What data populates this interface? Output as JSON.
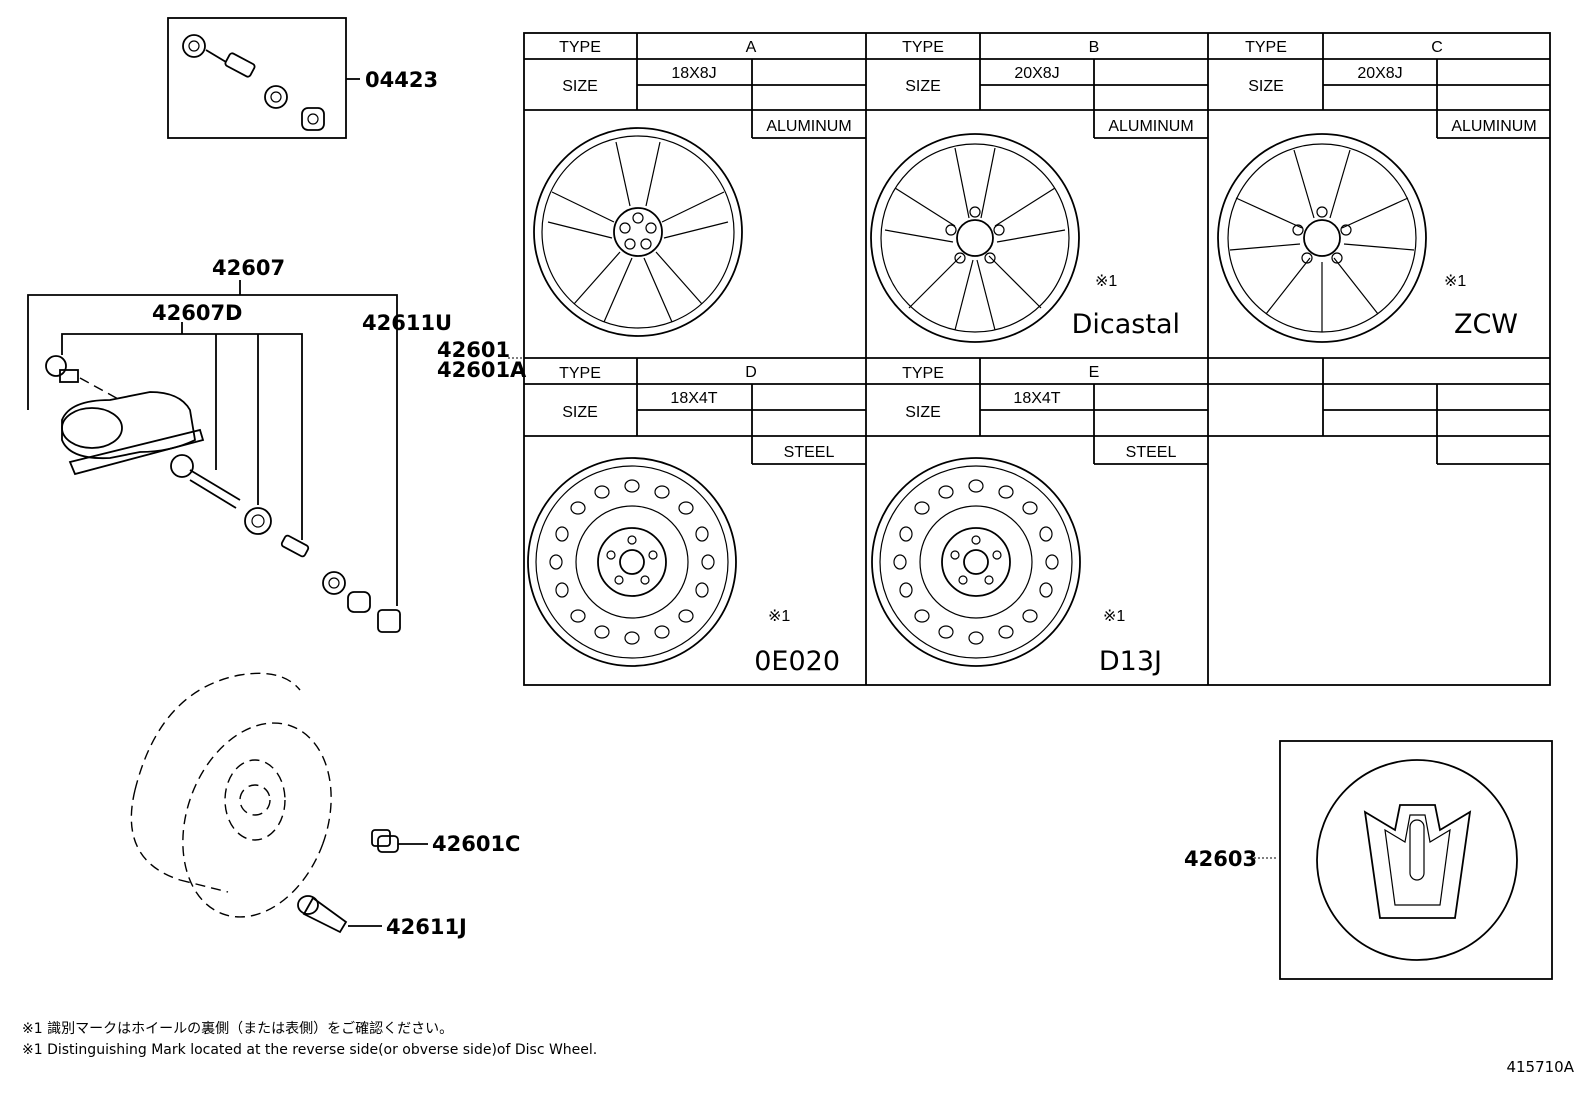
{
  "part_numbers": {
    "valve_kit": "04423",
    "sensor_assy": "42607",
    "sensor_sub": "42607D",
    "cap": "42611U",
    "wheel": "42601",
    "wheel_alt": "42601A",
    "hub_nut": "42601C",
    "valve": "42611J",
    "ornament": "42603"
  },
  "table": {
    "type_label": "TYPE",
    "size_label": "SIZE",
    "cells": [
      {
        "type": "A",
        "size": "18X8J",
        "material": "ALUMINUM",
        "mark": "",
        "note": ""
      },
      {
        "type": "B",
        "size": "20X8J",
        "material": "ALUMINUM",
        "mark": "Dicastal",
        "note": "※1"
      },
      {
        "type": "C",
        "size": "20X8J",
        "material": "ALUMINUM",
        "mark": "ZCW",
        "note": "※1"
      },
      {
        "type": "D",
        "size": "18X4T",
        "material": "STEEL",
        "mark": "0E020",
        "note": "※1"
      },
      {
        "type": "E",
        "size": "18X4T",
        "material": "STEEL",
        "mark": "D13J",
        "note": "※1"
      }
    ]
  },
  "notes": {
    "jp": "※1 識別マークはホイールの裏側（または表側）をご確認ください。",
    "en": "※1 Distinguishing Mark located at the reverse side(or obverse side)of Disc Wheel."
  },
  "figure_id": "415710A"
}
